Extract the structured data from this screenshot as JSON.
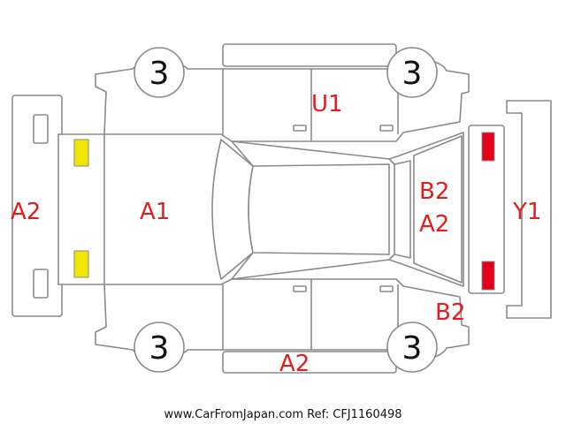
{
  "diagram": {
    "labels": {
      "front_bumper": "A2",
      "hood": "A1",
      "roof_right_side": "U1",
      "rear_panel_line1": "B2",
      "rear_panel_line2": "A2",
      "rear_bumper": "Y1",
      "rear_corner_left": "B2",
      "left_side_lower": "A2"
    },
    "wheels": {
      "front_right": "3",
      "rear_right": "3",
      "front_left": "3",
      "rear_left": "3"
    },
    "colors": {
      "outline": "#8a8a8a",
      "damage_code": "#e01e1e",
      "headlight": "#f2e600",
      "taillight": "#e3001b"
    }
  },
  "footer": {
    "watermark": "www.CarFromJapan.com Ref: CFJ1160498"
  }
}
